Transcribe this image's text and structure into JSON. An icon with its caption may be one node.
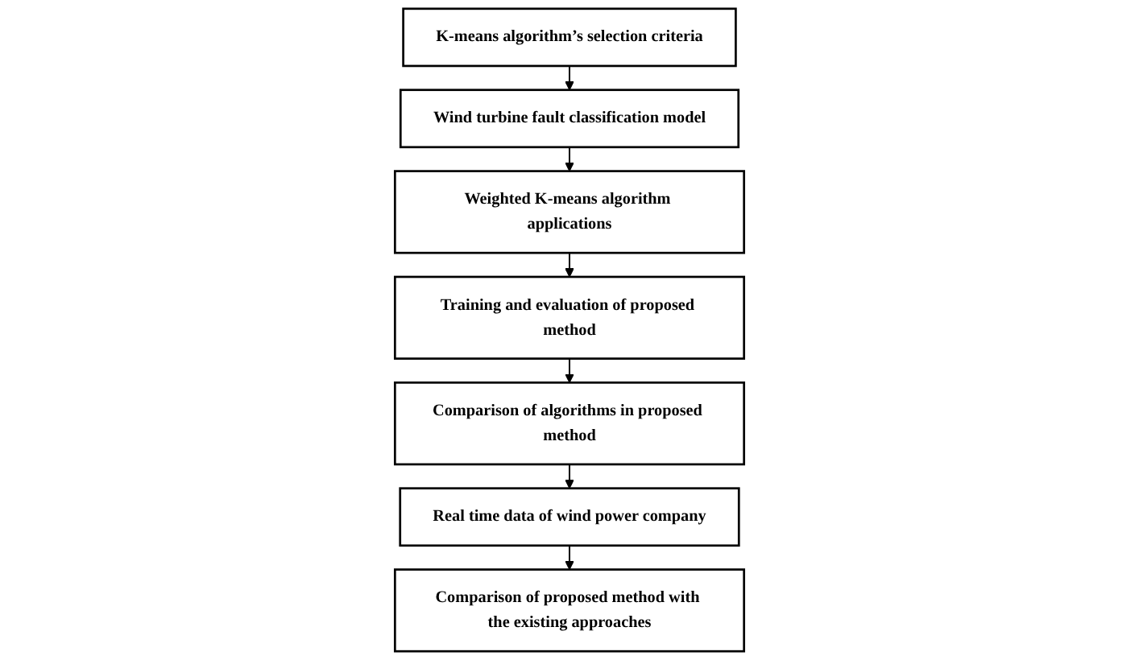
{
  "diagram": {
    "nodes": [
      {
        "text": [
          "K-means algorithm’s selection criteria"
        ]
      },
      {
        "text": [
          "Wind turbine fault classification model"
        ]
      },
      {
        "text": [
          "Weighted K-means algorithm applications"
        ]
      },
      {
        "text": [
          "Training and evaluation of proposed method"
        ]
      },
      {
        "text": [
          "Comparison of algorithms in proposed method"
        ]
      },
      {
        "text": [
          "Real time data of wind power company"
        ]
      },
      {
        "text": [
          "Comparison of proposed method with the existing approaches"
        ]
      }
    ],
    "edges": [
      {
        "from": 0,
        "to": 1,
        "arrow": "to"
      },
      {
        "from": 1,
        "to": 2,
        "arrow": "to"
      },
      {
        "from": 2,
        "to": 3,
        "arrow": "to"
      },
      {
        "from": 3,
        "to": 4,
        "arrow": "to"
      },
      {
        "from": 4,
        "to": 5,
        "arrow": "to"
      },
      {
        "from": 5,
        "to": 6,
        "arrow": "to"
      }
    ]
  }
}
